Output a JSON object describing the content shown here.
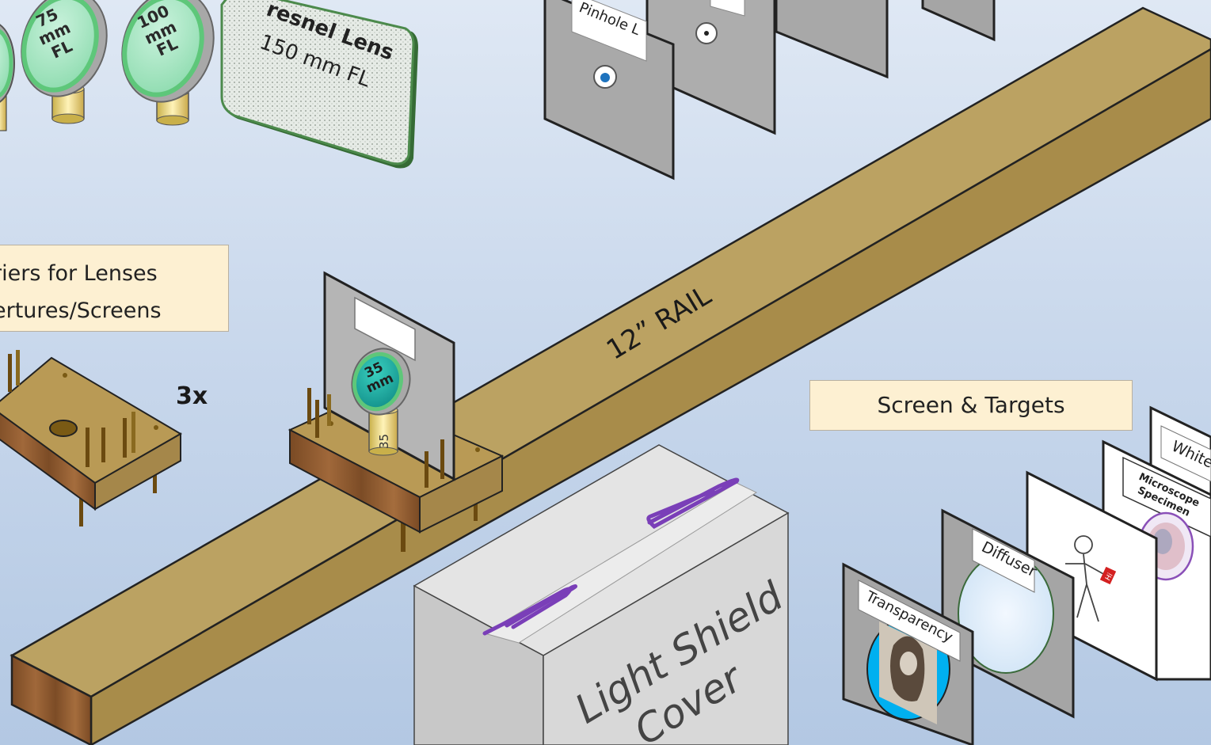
{
  "lenses": [
    {
      "label_lines": [
        "75",
        "mm",
        "FL"
      ]
    },
    {
      "label_lines": [
        "100",
        "mm",
        "FL"
      ]
    }
  ],
  "fresnel": {
    "title": "resnel Lens",
    "focal": "150 mm FL"
  },
  "pinholes": {
    "front_label": "Pinhole L"
  },
  "rail": {
    "label": "12” RAIL"
  },
  "carriers": {
    "line1": "riers for Lenses",
    "line2": "ertures/Screens",
    "count": "3x"
  },
  "mounted_lens": {
    "label_lines": [
      "35",
      "mm"
    ],
    "post_label": "35"
  },
  "shield": {
    "line1": "Light Shield",
    "line2": "Cover"
  },
  "targets": {
    "heading": "Screen & Targets",
    "transparency": "Transparency",
    "diffuser": "Diffuser",
    "microscope_line1": "Microscope",
    "microscope_line2": "Specimen",
    "white": "White",
    "badge": "Hi"
  },
  "colors": {
    "rail": "#bba262",
    "wood_end": "#8b5a2b",
    "lens_rim": "#5ec77a",
    "clip": "#7a3fb8",
    "callout": "#fdf0d2"
  }
}
